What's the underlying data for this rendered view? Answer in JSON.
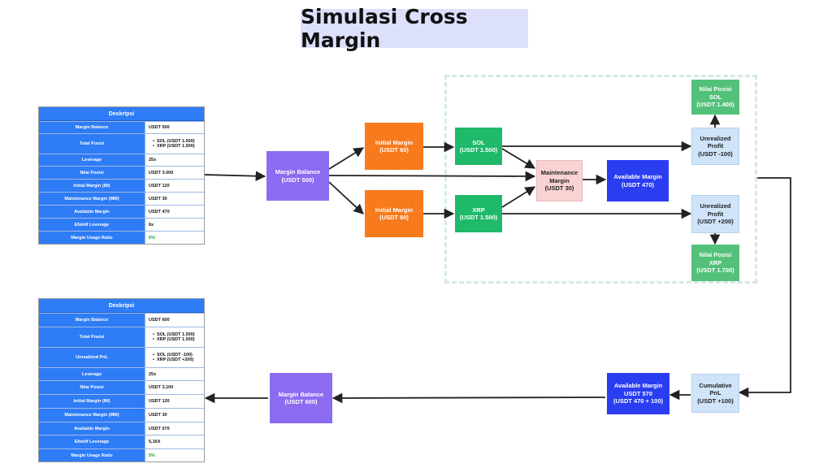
{
  "title": "Simulasi Cross Margin",
  "table1": {
    "header": "Deskripsi",
    "rows": [
      {
        "key": "Margin Balance",
        "value": "USDT 500"
      },
      {
        "key": "Total Posisi",
        "bullets": [
          "SOL (USDT 1.500)",
          "XRP (USDT 1.500)"
        ]
      },
      {
        "key": "Leverage",
        "value": "25x"
      },
      {
        "key": "Nilai Posisi",
        "value": "USDT 3.000"
      },
      {
        "key": "Initial Margin (IM)",
        "value": "USDT 120"
      },
      {
        "key": "Maintenance Margin (MM)",
        "value": "USDT 30"
      },
      {
        "key": "Available Margin",
        "value": "USDT 470"
      },
      {
        "key": "Efektif Leverage",
        "value": "6x"
      },
      {
        "key": "Margin Usage Ratio",
        "value": "6%",
        "color": "#1b9e3e"
      }
    ]
  },
  "table2": {
    "header": "Deskripsi",
    "rows": [
      {
        "key": "Margin Balance",
        "value": "USDT 600"
      },
      {
        "key": "Total Posisi",
        "bullets": [
          "SOL (USDT 1.500)",
          "XRP (USDT 1.500)"
        ]
      },
      {
        "key": "Unrealized PnL",
        "bullets": [
          "SOL (USDT -100)",
          "XRP (USDT +200)"
        ]
      },
      {
        "key": "Leverage",
        "value": "25x"
      },
      {
        "key": "Nilai Posisi",
        "value": "USDT 3,100"
      },
      {
        "key": "Initial Margin (IM)",
        "value": "USDT 120"
      },
      {
        "key": "Maintenance Margin (MM)",
        "value": "USDT 30"
      },
      {
        "key": "Available Margin",
        "value": "USDT 570"
      },
      {
        "key": "Efektif Leverage",
        "value": "5,16X"
      },
      {
        "key": "Margin Usage Ratio",
        "value": "5%",
        "color": "#1b9e3e"
      }
    ]
  },
  "nodes": {
    "margin_balance_top": [
      "Margin Balance",
      "(USDT 500)"
    ],
    "initial_margin_1": [
      "Initial Margin",
      "(USDT 60)"
    ],
    "initial_margin_2": [
      "Initial Margin",
      "(USDT 60)"
    ],
    "sol": [
      "SOL",
      "(USDT 1.500)"
    ],
    "xrp": [
      "XRP",
      "(USDT 1.500)"
    ],
    "maintenance_margin": [
      "Maintenance",
      "Margin",
      "(USDT 30)"
    ],
    "available_margin_top": [
      "Available Margin",
      "(USDT 470)"
    ],
    "nilai_posisi_sol": [
      "Nilai Posisi SOL",
      "(USDT 1.400)"
    ],
    "unrealized_profit_sol": [
      "Unrealized",
      "Profit",
      "(USDT -100)"
    ],
    "unrealized_profit_xrp": [
      "Unrealized",
      "Profit",
      "(USDT +200)"
    ],
    "nilai_posisi_xrp": [
      "Nilai Posisi XRP",
      "(USDT 1.700)"
    ],
    "cumulative_pnl": [
      "Cumulative",
      "PnL",
      "(USDT +100)"
    ],
    "available_margin_bottom": [
      "Available Margin",
      "USDT 570",
      "(USDT 470 + 100)"
    ],
    "margin_balance_bottom": [
      "Margin Balance",
      "(USDT 600)"
    ]
  },
  "colors": {
    "table_header": "#2e7cf6",
    "purple_node": "#8b6cf0",
    "orange_node": "#f77a1c",
    "green_node": "#1fb96a",
    "blue_node": "#2a3df0",
    "light_node": "#cfe4f8",
    "pink_node": "#f9d2d4",
    "positive": "#1b9e3e"
  }
}
